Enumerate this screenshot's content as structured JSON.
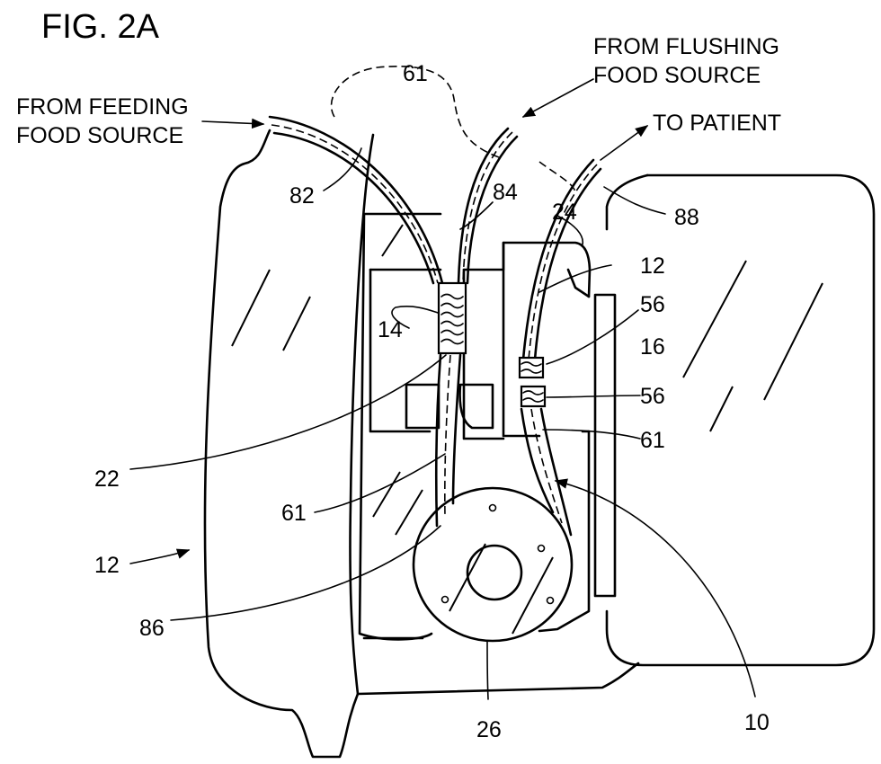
{
  "figure": {
    "caption": "FIG. 2A",
    "labels": {
      "from_feeding_line1": "FROM FEEDING",
      "from_feeding_line2": "FOOD SOURCE",
      "from_flushing_line1": "FROM FLUSHING",
      "from_flushing_line2": "FOOD SOURCE",
      "to_patient": "TO PATIENT"
    },
    "refs": {
      "r61_top": "61",
      "r82": "82",
      "r84": "84",
      "r24": "24",
      "r88": "88",
      "r12_right": "12",
      "r14": "14",
      "r56_top": "56",
      "r16": "16",
      "r56_bottom": "56",
      "r61_right": "61",
      "r22": "22",
      "r61_left": "61",
      "r12_left": "12",
      "r86": "86",
      "r26": "26",
      "r10": "10"
    }
  }
}
